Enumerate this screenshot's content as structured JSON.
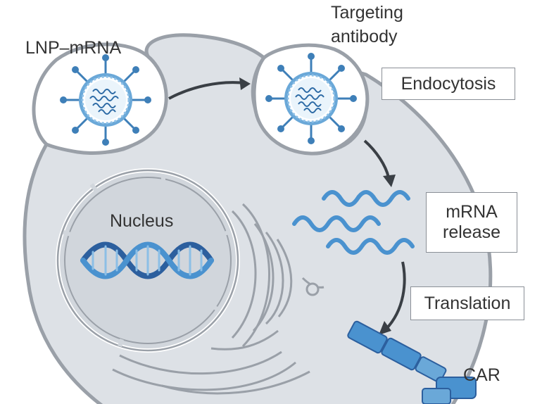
{
  "labels": {
    "lnp_mrna": "LNP–mRNA",
    "targeting_antibody_line1": "Targeting",
    "targeting_antibody_line2": "antibody",
    "endocytosis": "Endocytosis",
    "nucleus": "Nucleus",
    "mrna_release_line1": "mRNA",
    "mrna_release_line2": "release",
    "translation": "Translation",
    "car": "CAR"
  },
  "colors": {
    "cell_fill": "#dde1e6",
    "cell_outline": "#9aa0a8",
    "vesicle_fill": "#ffffff",
    "nucleus_fill": "#d1d6dc",
    "mrna_blue": "#4a92cf",
    "dna_dark": "#2c5f9e",
    "arrow": "#3a3f45",
    "label_text": "#333333"
  }
}
